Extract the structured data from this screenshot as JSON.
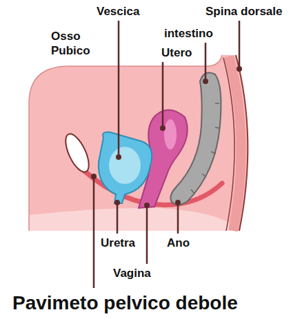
{
  "diagram": {
    "caption": "Pavimeto pelvico debole",
    "labels": [
      "Vescica",
      "Spina dorsale",
      "Osso Pubico",
      "intestino",
      "Utero",
      "Uretra",
      "Ano",
      "Vagina"
    ]
  }
}
